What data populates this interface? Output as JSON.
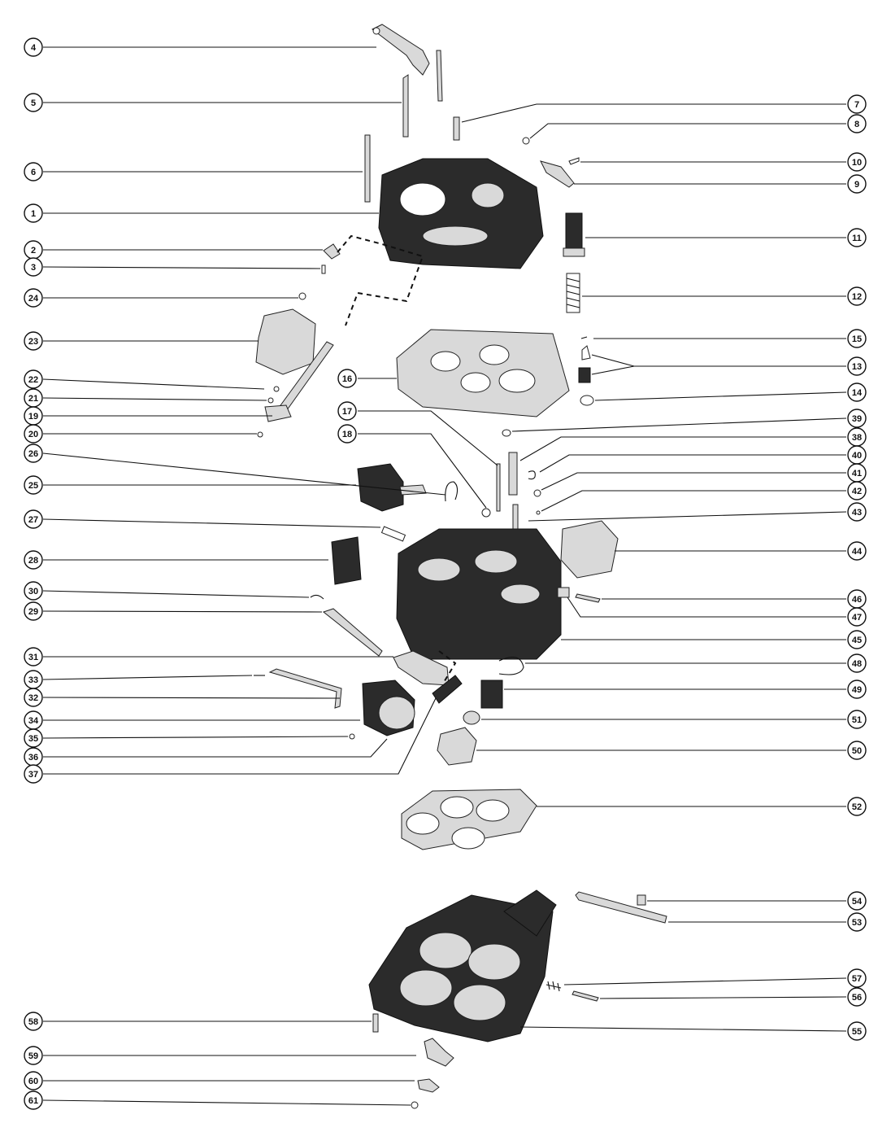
{
  "callouts": {
    "left": [
      "4",
      "5",
      "6",
      "1",
      "2",
      "3",
      "24",
      "23",
      "22",
      "21",
      "19",
      "20",
      "26",
      "25",
      "27",
      "28",
      "30",
      "29",
      "31",
      "33",
      "32",
      "34",
      "35",
      "36",
      "37",
      "58",
      "59",
      "60",
      "61"
    ],
    "right": [
      "7",
      "8",
      "10",
      "9",
      "11",
      "12",
      "15",
      "13",
      "14",
      "39",
      "38",
      "40",
      "41",
      "42",
      "43",
      "44",
      "46",
      "47",
      "45",
      "48",
      "49",
      "51",
      "50",
      "52",
      "54",
      "53",
      "57",
      "56",
      "55"
    ],
    "middle": [
      "16",
      "17",
      "18"
    ]
  }
}
